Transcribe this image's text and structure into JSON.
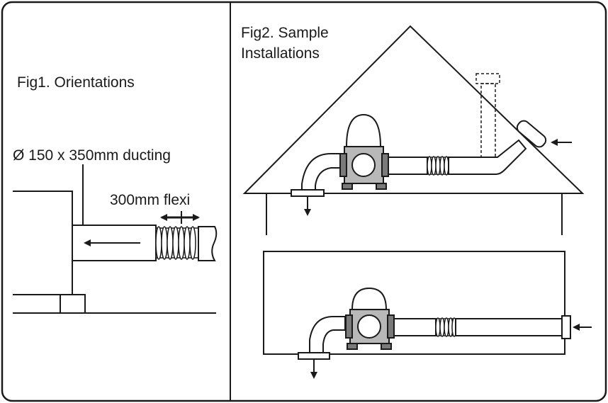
{
  "fig1": {
    "title": "Fig1. Orientations",
    "ducting_label": "Ø 150 x 350mm ducting",
    "flexi_label": "300mm flexi"
  },
  "fig2": {
    "title_line1": "Fig2. Sample",
    "title_line2": "Installations"
  },
  "colors": {
    "line": "#1a1a1a",
    "fan_grey": "#b8b8b8",
    "fan_dark": "#7a7a7a"
  },
  "icons": [
    "flow-arrow-icon",
    "double-arrow-icon",
    "fan-unit-icon"
  ]
}
